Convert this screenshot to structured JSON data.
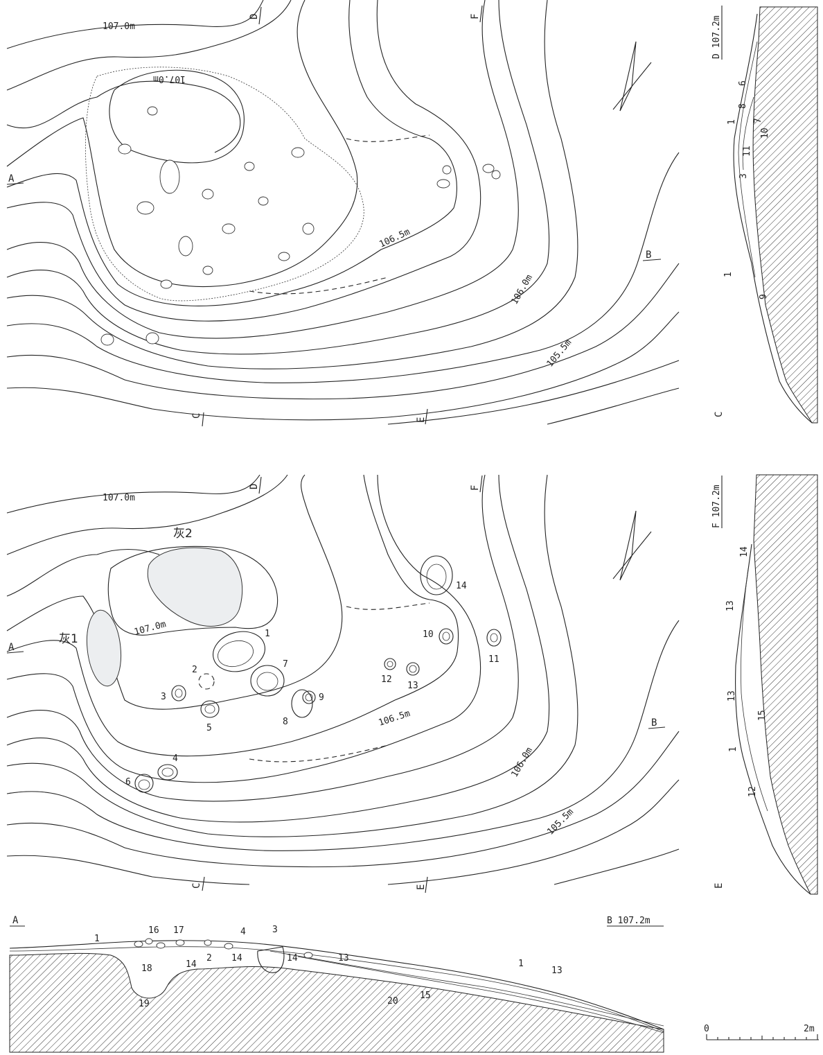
{
  "plan_upper": {
    "section_letters": [
      "A",
      "B",
      "C",
      "D",
      "E",
      "F"
    ],
    "contours": [
      "107.0m",
      "107.0m",
      "106.5m",
      "106.0m",
      "105.5m"
    ]
  },
  "plan_lower": {
    "section_letters": [
      "A",
      "B",
      "C",
      "D",
      "E",
      "F"
    ],
    "contours": [
      "107.0m",
      "107.0m",
      "106.5m",
      "106.0m",
      "105.5m"
    ],
    "ash_labels": [
      "灰1",
      "灰2"
    ],
    "pits": [
      "1",
      "2",
      "3",
      "4",
      "5",
      "6",
      "7",
      "8",
      "9",
      "10",
      "11",
      "12",
      "13",
      "14"
    ]
  },
  "section_dc": {
    "end_label": "D",
    "start_label": "C",
    "elevation": "107.2m",
    "layers": [
      "6",
      "8",
      "1",
      "7",
      "10",
      "11",
      "3",
      "1",
      "9"
    ]
  },
  "section_fe": {
    "end_label": "F",
    "start_label": "E",
    "elevation": "107.2m",
    "layers": [
      "14",
      "13",
      "13",
      "15",
      "1",
      "12"
    ]
  },
  "section_ab": {
    "start_label": "A",
    "end_label": "B",
    "elevation": "107.2m",
    "layers": [
      "1",
      "16",
      "17",
      "4",
      "3",
      "18",
      "2",
      "14",
      "14",
      "14",
      "13",
      "1",
      "13",
      "19",
      "20",
      "15"
    ]
  },
  "scale": {
    "zero": "0",
    "max": "2m"
  }
}
